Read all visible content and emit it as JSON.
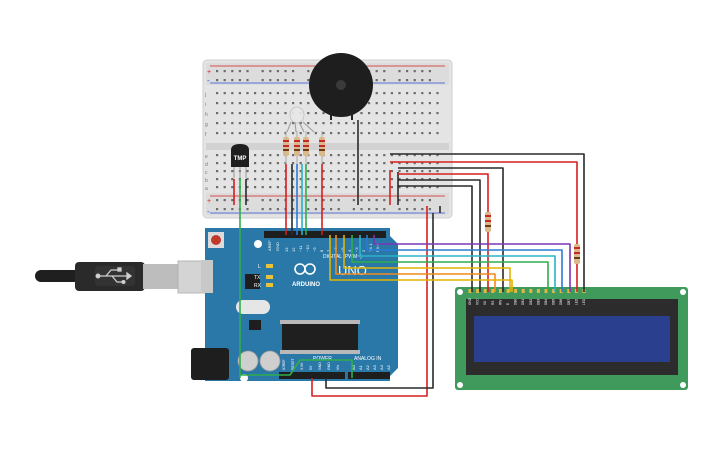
{
  "breadboard": {
    "row_letters_top": [
      "j",
      "i",
      "h",
      "g",
      "f"
    ],
    "row_letters_bottom": [
      "e",
      "d",
      "c",
      "b",
      "a"
    ],
    "rail_plus": "+",
    "rail_minus": "-"
  },
  "temperature_sensor": {
    "label": "TMP"
  },
  "arduino": {
    "brand": "ARDUINO",
    "model": "UNO",
    "digital_label": "DIGITAL (PWM~)",
    "power_label": "POWER",
    "analog_label": "ANALOG IN",
    "aref_label": "AREF",
    "gnd_label": "GND",
    "digital_pins": [
      "13",
      "12",
      "~11",
      "~10",
      "~9",
      "8",
      "7",
      "~6",
      "~5",
      "4",
      "~3",
      "2",
      "TX 1",
      "RX 0"
    ],
    "power_pins": [
      "IOREF",
      "RESET",
      "3.3V",
      "5V",
      "GND",
      "GND",
      "Vin"
    ],
    "analog_pins": [
      "A0",
      "A1",
      "A2",
      "A3",
      "A4",
      "A5"
    ],
    "leds": [
      "L",
      "TX",
      "RX"
    ]
  },
  "lcd": {
    "pins": [
      "GND",
      "VCC",
      "V0",
      "RS",
      "RW",
      "E",
      "DB0",
      "DB1",
      "DB2",
      "DB3",
      "DB4",
      "DB5",
      "DB6",
      "DB7",
      "LED",
      "LED"
    ]
  },
  "colors": {
    "wire_red": "#d61f1f",
    "wire_black": "#2a2a2a",
    "wire_green": "#2fae4a",
    "wire_blue": "#2b7bd6",
    "wire_cyan": "#2ab3c9",
    "wire_yellow": "#e3b400",
    "wire_orange": "#ef8b1a",
    "wire_purple": "#7b36b5",
    "arduino_board": "#2a78a8",
    "lcd_board": "#3f9a5c",
    "lcd_screen": "#2b3f8f"
  }
}
